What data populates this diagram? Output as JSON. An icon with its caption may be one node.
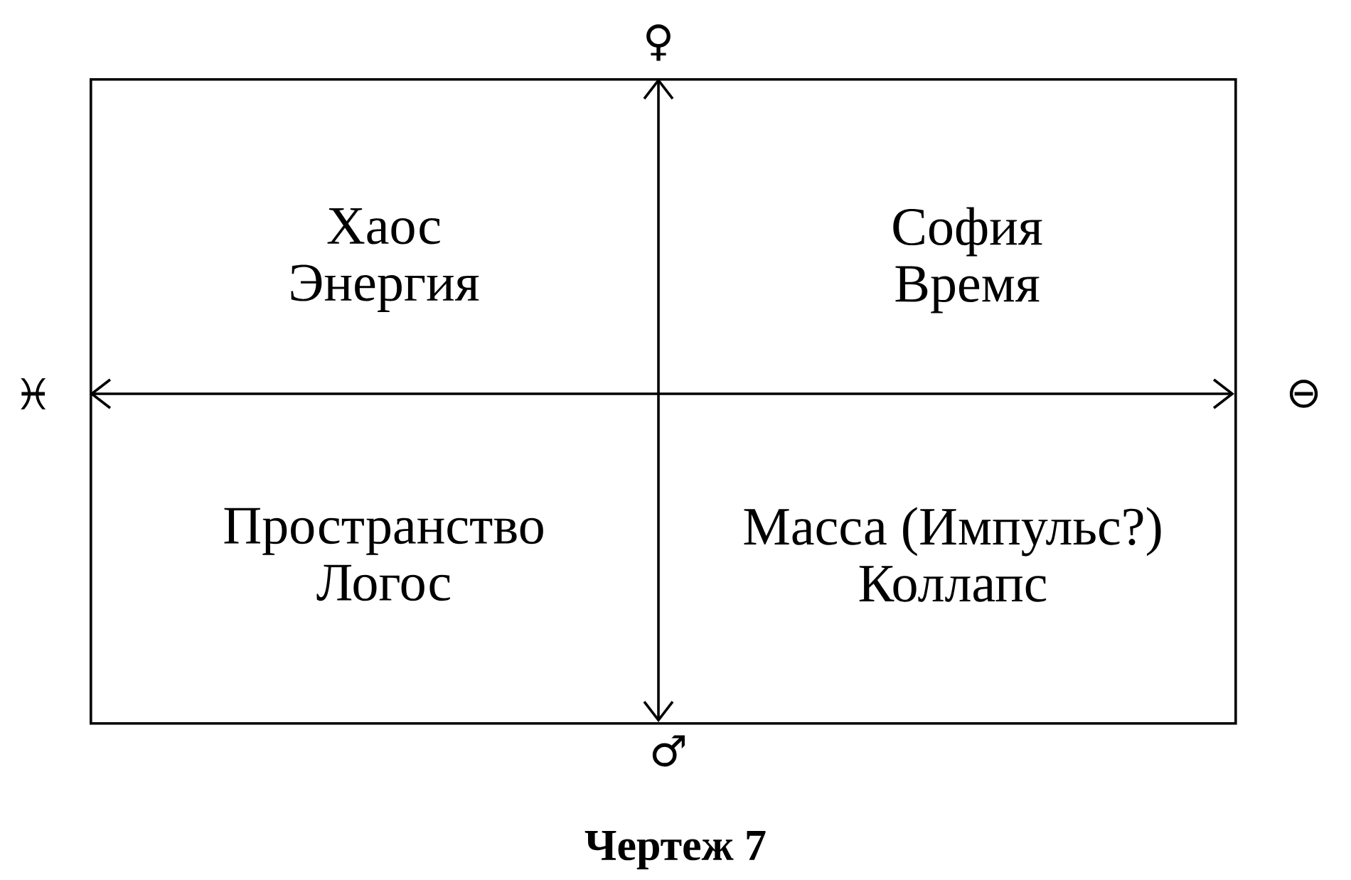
{
  "diagram": {
    "caption": "Чертеж 7",
    "nodes": [
      {
        "text": [
          "♀"
        ]
      },
      {
        "text": [],
        "shape": "box"
      },
      {
        "text": [
          "Хаос",
          "Энергия"
        ],
        "in": 1
      },
      {
        "text": [
          "София",
          "Время"
        ],
        "in": 1
      },
      {
        "text": [
          "♓"
        ]
      },
      {
        "text": [
          "⊖"
        ]
      },
      {
        "text": [
          "Пространство",
          "Логос"
        ],
        "in": 1
      },
      {
        "text": [
          "Масса (Импульс?)",
          "Коллапс"
        ],
        "in": 1
      },
      {
        "text": [
          "♂"
        ]
      }
    ],
    "edges": [
      {
        "from": 0,
        "to": 8,
        "arrow": "both"
      },
      {
        "from": 4,
        "to": 5,
        "arrow": "both"
      }
    ]
  }
}
